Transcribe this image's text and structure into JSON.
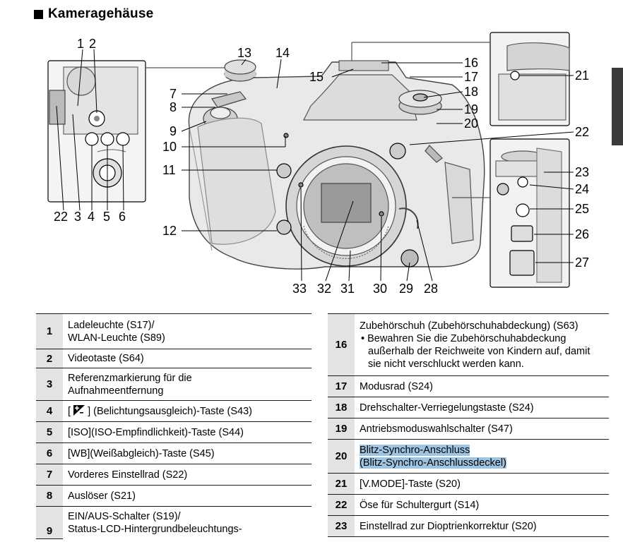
{
  "section_title": "Kameragehäuse",
  "callouts": {
    "c1": "1",
    "c2": "2",
    "c3": "3",
    "c4": "4",
    "c5": "5",
    "c6": "6",
    "c7": "7",
    "c8": "8",
    "c9": "9",
    "c10": "10",
    "c11": "11",
    "c12": "12",
    "c13": "13",
    "c14": "14",
    "c15": "15",
    "c16": "16",
    "c17": "17",
    "c18": "18",
    "c19": "19",
    "c20": "20",
    "c21": "21",
    "c22a": "22",
    "c22b": "22",
    "c23": "23",
    "c24": "24",
    "c25": "25",
    "c26": "26",
    "c27": "27",
    "c28": "28",
    "c29": "29",
    "c30": "30",
    "c31": "31",
    "c32": "32",
    "c33": "33"
  },
  "left_table": [
    {
      "num": "1",
      "text": "Ladeleuchte (S17)/\nWLAN-Leuchte (S89)"
    },
    {
      "num": "2",
      "text": "Videotaste (S64)"
    },
    {
      "num": "3",
      "text": "Referenzmarkierung für die\nAufnahmeentfernung"
    },
    {
      "num": "4",
      "text": "] (Belichtungsausgleich)-Taste (S43)"
    },
    {
      "num": "5",
      "text": "[ISO](ISO-Empfindlichkeit)-Taste (S44)"
    },
    {
      "num": "6",
      "text": "[WB](Weißabgleich)-Taste (S45)"
    },
    {
      "num": "7",
      "text": "Vorderes Einstellrad (S22)"
    },
    {
      "num": "8",
      "text": "Auslöser (S21)"
    },
    {
      "num": "9",
      "text": "EIN/AUS-Schalter (S19)/\nStatus-LCD-Hintergrundbeleuchtungs-"
    }
  ],
  "right_table": [
    {
      "num": "16",
      "text": "Zubehörschuh (Zubehörschuhabdeckung) (S63)",
      "bullet": "• Bewahren Sie die Zubehörschuhabdeckung außerhalb der Reichweite von Kindern auf, damit sie nicht verschluckt werden kann."
    },
    {
      "num": "17",
      "text": "Modusrad (S24)"
    },
    {
      "num": "18",
      "text": "Drehschalter-Verriegelungstaste (S24)"
    },
    {
      "num": "19",
      "text": "Antriebsmoduswahlschalter (S47)"
    },
    {
      "num": "20",
      "text": "Blitz-Synchro-Anschluss\n(Blitz-Synchro-Anschlussdeckel)"
    },
    {
      "num": "21",
      "text": "[V.MODE]-Taste (S20)"
    },
    {
      "num": "22",
      "text": "Öse für Schultergurt (S14)"
    },
    {
      "num": "23",
      "text": "Einstellrad zur Dioptrienkorrektur (S20)"
    }
  ]
}
